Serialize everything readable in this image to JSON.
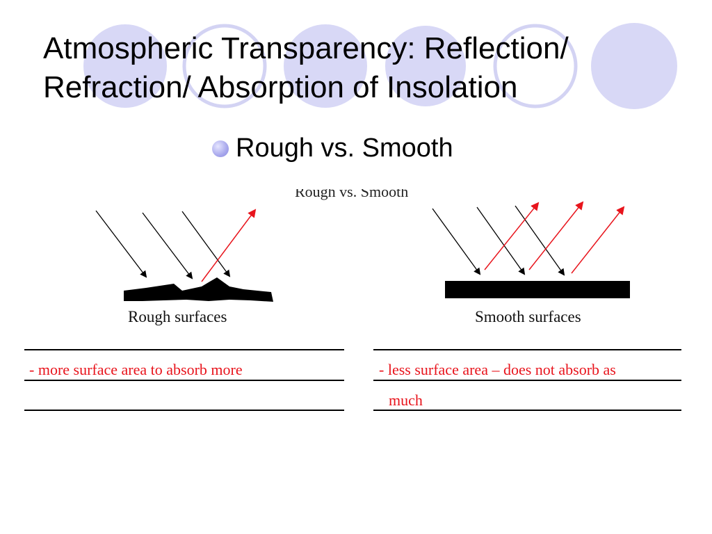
{
  "slide": {
    "title_line1": "Atmospheric Transparency: Reflection/",
    "title_line2": "Refraction/ Absorption of Insolation",
    "bullet": "Rough  vs. Smooth",
    "colors": {
      "circle_fill": "#d5d5f5",
      "circle_ring": "#c9c9f0",
      "reflected_ray": "#e8141c",
      "note_text": "#e8141c"
    }
  },
  "figure": {
    "partial_heading": "Rough vs. Smooth",
    "rough_caption": "Rough surfaces",
    "smooth_caption": "Smooth surfaces",
    "rough_note": "- more surface area to absorb more",
    "smooth_note_line1": "- less surface area – does not absorb as",
    "smooth_note_line2": "much"
  }
}
